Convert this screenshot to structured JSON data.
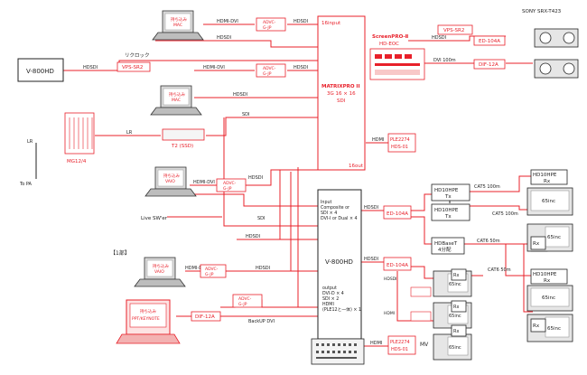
{
  "colors": {
    "line": "#e8202a",
    "dark": "#222222",
    "box_fill": "#ffffff"
  },
  "labels": {
    "sony": "SONY SRX-T423",
    "vps_top": "VPS-SR2",
    "rekudoku": "リクロック",
    "vps_left": "VPS-SR2",
    "v800_top": "V-800HD",
    "hdsdi_a": "HDSDI",
    "hdmidvi_a": "HDMI-DVI",
    "advc_1": "ADVC-",
    "advc_1b": "G-JP",
    "hdsdi_b": "HDSDI",
    "mac_1": "持ち込み",
    "mac_1b": "MAC",
    "mac_2": "持ち込み",
    "mac_2b": "MAC",
    "hdsdi_c": "HDSDI",
    "hdmidvi_b": "HDMI-DVI",
    "advc_2": "ADVC-",
    "advc_2b": "G-JP",
    "hdsdi_d": "HDSDI",
    "hdsdi_e": "HDSDI",
    "sdi_1": "SDI",
    "matrix_in": "16input",
    "matrix_title": "MATRIXPRO II",
    "matrix_3g": "3G 16 × 16",
    "matrix_sdi": "SDI",
    "matrix_out": "16out",
    "sp_title": "ScreenPRO-Ⅱ",
    "sp_sub": "HD-EOC",
    "hdsdi_sp": "HDSDI",
    "ed104a_top": "ED-104A",
    "dvi100m": "DVI 100m",
    "dif12a_top": "DIF-12A",
    "lr": "LR",
    "lr2": "LR",
    "t2ssd": "T2 (SSD)",
    "mg124": "MG12/4",
    "topa": "To PA",
    "hdmi_matrix": "HDMI",
    "ple_1": "PLE2274",
    "hds_1": "HDS-01",
    "mac_3": "持ち込み",
    "mac_3b": "VAIO",
    "hdmidvi_c": "HDMI-DVI",
    "advc_3": "ADVC-",
    "advc_3b": "G-JP",
    "hdsdi_f": "HDSDI",
    "sdi_2": "SDI",
    "livesw": "Live SW'er",
    "hdsdi_g": "HDSDI",
    "ichibu": "【1部】",
    "v800_in1": "Input",
    "v800_in2": "Composite or",
    "v800_in3": "SDI × 4",
    "v800_in4": "DVI-I or Dual × 4",
    "v800_main": "V-800HD",
    "v800_out1": "output",
    "v800_out2": "DVI-D × 4",
    "v800_out3": "SDI × 2",
    "v800_out4": "HDMI",
    "v800_out5": "(PLE12と一体) × 1",
    "hdsdi_v8": "HDSDI",
    "ed104a_mid": "ED-104A",
    "hd10_1": "HD10HPE",
    "hd10_1b": "Tx",
    "hd10_2": "HD10HPE",
    "hd10_2b": "Tx",
    "cat5_1": "CAT5 100m",
    "cat5_2": "CAT5 100m",
    "hd10_r1": "HD10HPE",
    "hd10_r1b": "Rx",
    "inch_1": "65inc",
    "hdbase": "HDBaseT",
    "hdbase_b": "4分配",
    "cat6_1": "CAT6 50m",
    "cat6_2": "CAT6 50m",
    "rx_1": "Rx",
    "inch_2": "65inc",
    "hd10_r2": "HD10HPE",
    "hd10_r2b": "Rx",
    "inch_3": "65inc",
    "rx_2": "Rx",
    "inch_4": "65inc",
    "mac_4": "持ち込み",
    "mac_4b": "VAIO",
    "hdmidvi_d": "HDMI-DVI",
    "advc_4": "ADVC-",
    "advc_4b": "G-JP",
    "hdsdi_h": "HDSDI",
    "hdsdi_v8b": "HDSDI",
    "ed104a_low": "ED-104A",
    "hdsdi_low": "HDSDI",
    "rx_a": "Rx",
    "inch_a": "65inc",
    "hdmi_low": "HDMI",
    "rx_b": "Rx",
    "inch_b": "65inc",
    "rx_c": "Rx",
    "inch_c": "65inc",
    "advc_5": "ADVC-",
    "advc_5b": "G-JP",
    "dif12a_low": "DIF-12A",
    "backup": "BackUP DVI",
    "pc_red1": "持ち込み",
    "pc_red2": "PPT/KEYNOTE",
    "hdmi_mv": "HDMI",
    "ple_2": "PLE2274",
    "hds_2": "HDS-01",
    "mv": "MV"
  }
}
